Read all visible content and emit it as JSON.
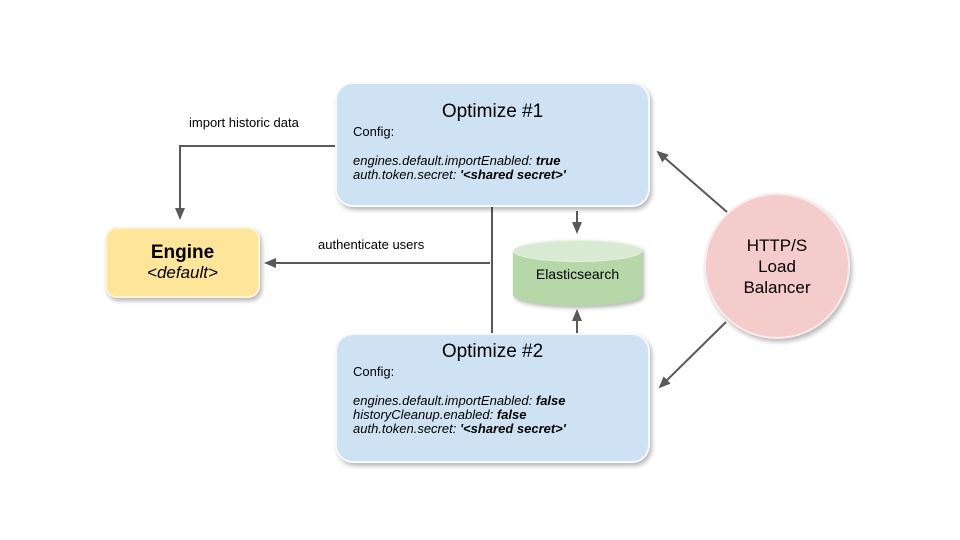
{
  "colors": {
    "optimize_fill": "#cfe2f3",
    "engine_fill": "#ffe599",
    "elasticsearch_body": "#b6d7a8",
    "elasticsearch_top": "#d9ead3",
    "load_balancer_fill": "#f4cccc",
    "arrow": "#595959",
    "text": "#000000",
    "background": "#ffffff"
  },
  "nodes": {
    "optimize1": {
      "title": "Optimize #1",
      "config_label": "Config:",
      "config_lines": [
        {
          "key": "engines.default.importEnabled: ",
          "value": "true"
        },
        {
          "key": "auth.token.secret: ",
          "value": "'<shared secret>'"
        }
      ]
    },
    "optimize2": {
      "title": "Optimize #2",
      "config_label": "Config:",
      "config_lines": [
        {
          "key": "engines.default.importEnabled: ",
          "value": "false"
        },
        {
          "key": "historyCleanup.enabled: ",
          "value": "false"
        },
        {
          "key": "auth.token.secret: ",
          "value": "'<shared secret>'"
        }
      ]
    },
    "engine": {
      "title": "Engine",
      "subtitle": "<default>"
    },
    "elasticsearch": {
      "label": "Elasticsearch"
    },
    "load_balancer": {
      "lines": [
        "HTTP/S",
        "Load",
        "Balancer"
      ]
    }
  },
  "edges": {
    "import_historic_data": {
      "label": "import historic data"
    },
    "authenticate_users": {
      "label": "authenticate users"
    }
  }
}
